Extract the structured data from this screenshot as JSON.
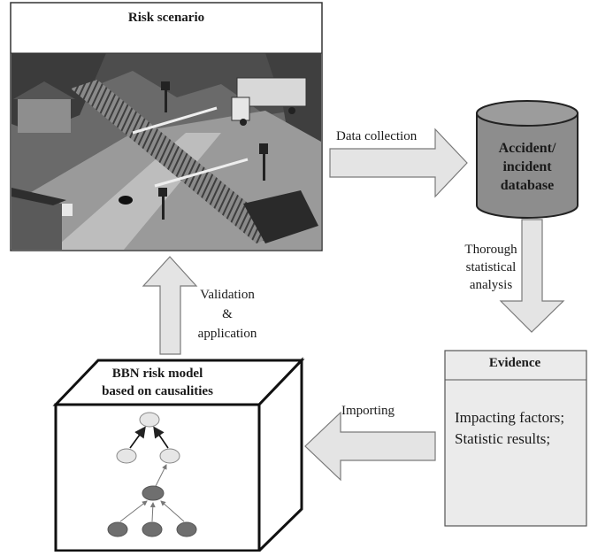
{
  "risk_scenario": {
    "title": "Risk scenario",
    "photo_description_icon": "railway-level-crossing-photo"
  },
  "arrows": {
    "data_collection": "Data collection",
    "thorough": [
      "Thorough",
      "statistical",
      "analysis"
    ],
    "validation": [
      "Validation",
      "&",
      "application"
    ],
    "importing": "Importing"
  },
  "database": {
    "lines": [
      "Accident/",
      "incident",
      "database"
    ]
  },
  "evidence": {
    "title": "Evidence",
    "items": [
      "Impacting factors;",
      "Statistic results;"
    ]
  },
  "bbn_model": {
    "lines": [
      "BBN risk model",
      "based on causalities"
    ]
  },
  "colors": {
    "arrow_fill": "#e4e4e4",
    "arrow_stroke": "#7a7a7a",
    "db_fill": "#8d8d8d",
    "evidence_fill": "#ebebeb",
    "node_light": "#e6e6e6",
    "node_dark": "#6f6f6f"
  }
}
